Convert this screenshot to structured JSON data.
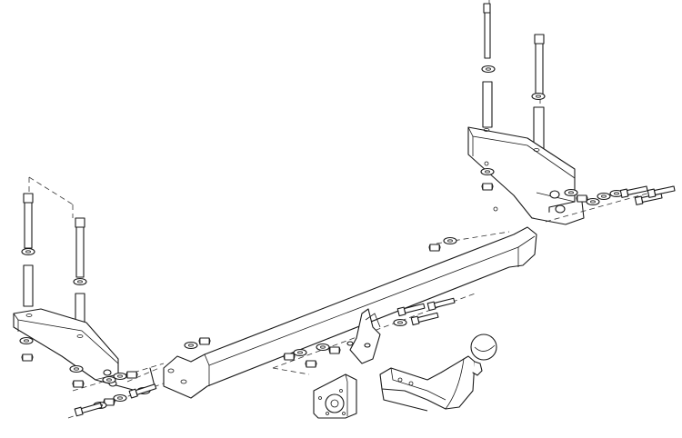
{
  "diagram": {
    "parts": [
      {
        "id": "left-bracket",
        "icon": "mounting-bracket-icon"
      },
      {
        "id": "right-bracket",
        "icon": "mounting-bracket-icon"
      },
      {
        "id": "crossbar",
        "icon": "crossbar-tube-icon"
      },
      {
        "id": "tow-ball-neck",
        "icon": "tow-ball-icon"
      },
      {
        "id": "socket-plate",
        "icon": "socket-plate-icon"
      },
      {
        "id": "bolts",
        "icon": "bolt-icon"
      },
      {
        "id": "spacer-tubes",
        "icon": "spacer-tube-icon"
      },
      {
        "id": "washers-nuts",
        "icon": "washer-nut-icon"
      }
    ]
  }
}
